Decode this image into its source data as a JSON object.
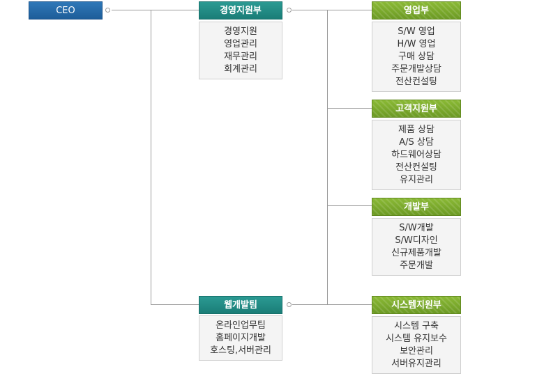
{
  "ceo": {
    "label": "CEO"
  },
  "depts": {
    "management": {
      "title": "경영지원부",
      "items": [
        "경영지원",
        "영업관리",
        "재무관리",
        "회계관리"
      ]
    },
    "web": {
      "title": "웹개발팀",
      "items": [
        "온라인업무팀",
        "홈페이지개발",
        "호스팅,서버관리"
      ]
    },
    "sales": {
      "title": "영업부",
      "items": [
        "S/W 영업",
        "H/W 영업",
        "구매 상담",
        "주문개발상담",
        "전산컨설팅"
      ]
    },
    "support": {
      "title": "고객지원부",
      "items": [
        "제품 상담",
        "A/S 상담",
        "하드웨어상담",
        "전산컨설팅",
        "유지관리"
      ]
    },
    "dev": {
      "title": "개발부",
      "items": [
        "S/W개발",
        "S/W디자인",
        "신규제품개발",
        "주문개발"
      ]
    },
    "system": {
      "title": "시스템지원부",
      "items": [
        "시스템 구축",
        "시스템 유지보수",
        "보안관리",
        "서버유지관리"
      ]
    }
  },
  "colors": {
    "blue": "#1d5d99",
    "teal": "#1a7d77",
    "green": "#7aa82d",
    "line": "#9a9a9a"
  }
}
